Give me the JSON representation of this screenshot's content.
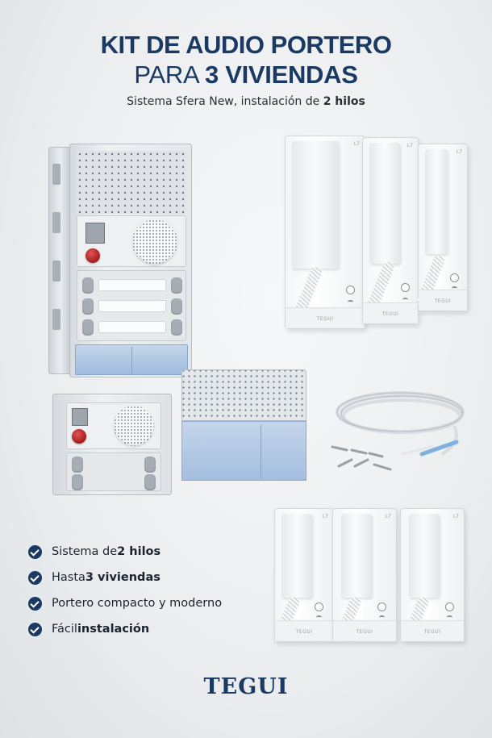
{
  "header": {
    "title_line1": "KIT DE AUDIO PORTERO",
    "title_line2_prefix": "PARA ",
    "title_line2_bold": "3 VIVIENDAS",
    "subtitle_prefix": "Sistema Sfera New, instalación de ",
    "subtitle_bold": "2 hilos"
  },
  "products": {
    "handset_brand": "TEGUI",
    "handset_top_mark": "L7",
    "top_handsets_count": 3,
    "bottom_handsets_count": 3
  },
  "features": [
    {
      "text": "Sistema de ",
      "bold": "2 hilos",
      "after": ""
    },
    {
      "text": "Hasta ",
      "bold": "3 viviendas",
      "after": ""
    },
    {
      "text": "Portero compacto y moderno",
      "bold": "",
      "after": ""
    },
    {
      "text": "Fácil ",
      "bold": "instalación",
      "after": ""
    }
  ],
  "brand": {
    "name": "TEGUI"
  },
  "colors": {
    "primary": "#1a3a63",
    "accent_red": "#b52222",
    "accent_blue": "#a4bee0"
  }
}
